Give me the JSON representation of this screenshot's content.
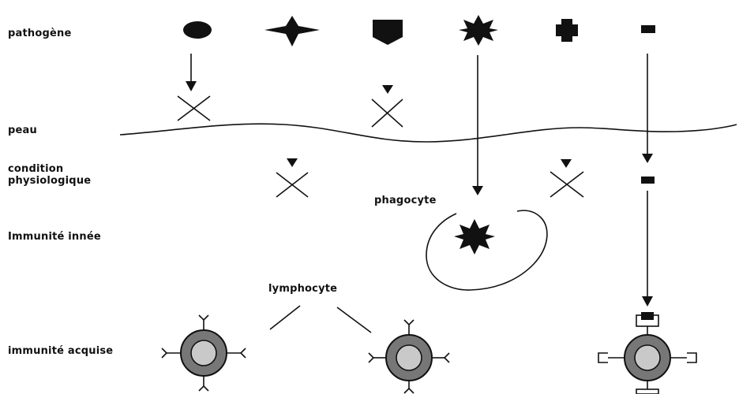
{
  "labels": {
    "pathogene": "pathogène",
    "peau": "peau",
    "condition_line1": "condition",
    "condition_line2": "physiologique",
    "immunite_innee": "Immunité innée",
    "immunite_acquise": "immunité acquise",
    "phagocyte": "phagocyte",
    "lymphocyte": "lymphocyte"
  }
}
